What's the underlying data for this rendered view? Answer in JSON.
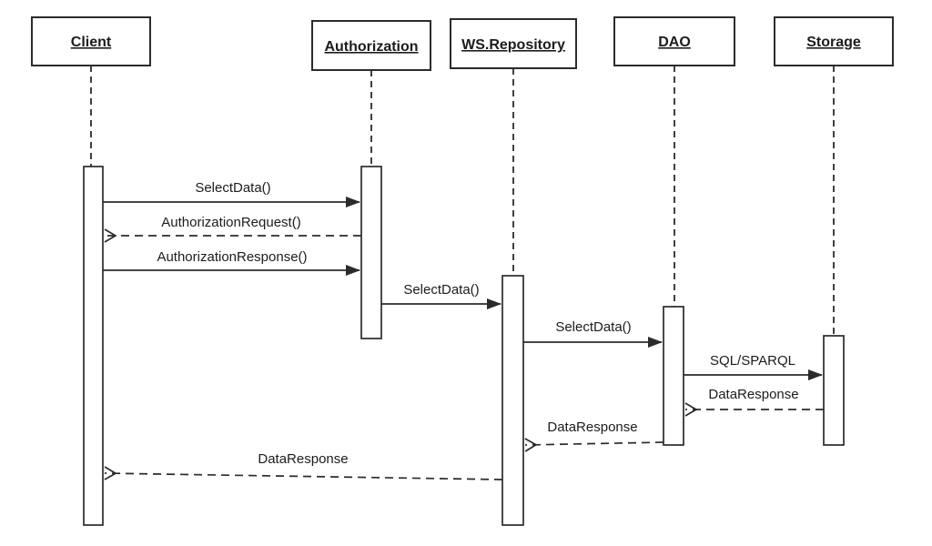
{
  "diagram": {
    "type": "uml-sequence-diagram",
    "background_color": "#ffffff",
    "line_color": "#2b2b2b",
    "text_color": "#1c1c1c",
    "actors": [
      {
        "name": "Client"
      },
      {
        "name": "Authorization"
      },
      {
        "name": "WS.Repository"
      },
      {
        "name": "DAO"
      },
      {
        "name": "Storage"
      }
    ],
    "messages": [
      {
        "label": "SelectData()",
        "from": "Client",
        "to": "Authorization",
        "line": "solid",
        "arrowhead": "filled"
      },
      {
        "label": "AuthorizationRequest()",
        "from": "Authorization",
        "to": "Client",
        "line": "dashed",
        "arrowhead": "open"
      },
      {
        "label": "AuthorizationResponse()",
        "from": "Client",
        "to": "Authorization",
        "line": "solid",
        "arrowhead": "filled"
      },
      {
        "label": "SelectData()",
        "from": "Authorization",
        "to": "WS.Repository",
        "line": "solid",
        "arrowhead": "filled"
      },
      {
        "label": "SelectData()",
        "from": "WS.Repository",
        "to": "DAO",
        "line": "solid",
        "arrowhead": "filled"
      },
      {
        "label": "SQL/SPARQL",
        "from": "DAO",
        "to": "Storage",
        "line": "solid",
        "arrowhead": "filled"
      },
      {
        "label": "DataResponse",
        "from": "Storage",
        "to": "DAO",
        "line": "dashed",
        "arrowhead": "open"
      },
      {
        "label": "DataResponse",
        "from": "DAO",
        "to": "WS.Repository",
        "line": "dashed",
        "arrowhead": "open"
      },
      {
        "label": "DataResponse",
        "from": "WS.Repository",
        "to": "Client",
        "line": "dashed",
        "arrowhead": "open"
      }
    ]
  }
}
